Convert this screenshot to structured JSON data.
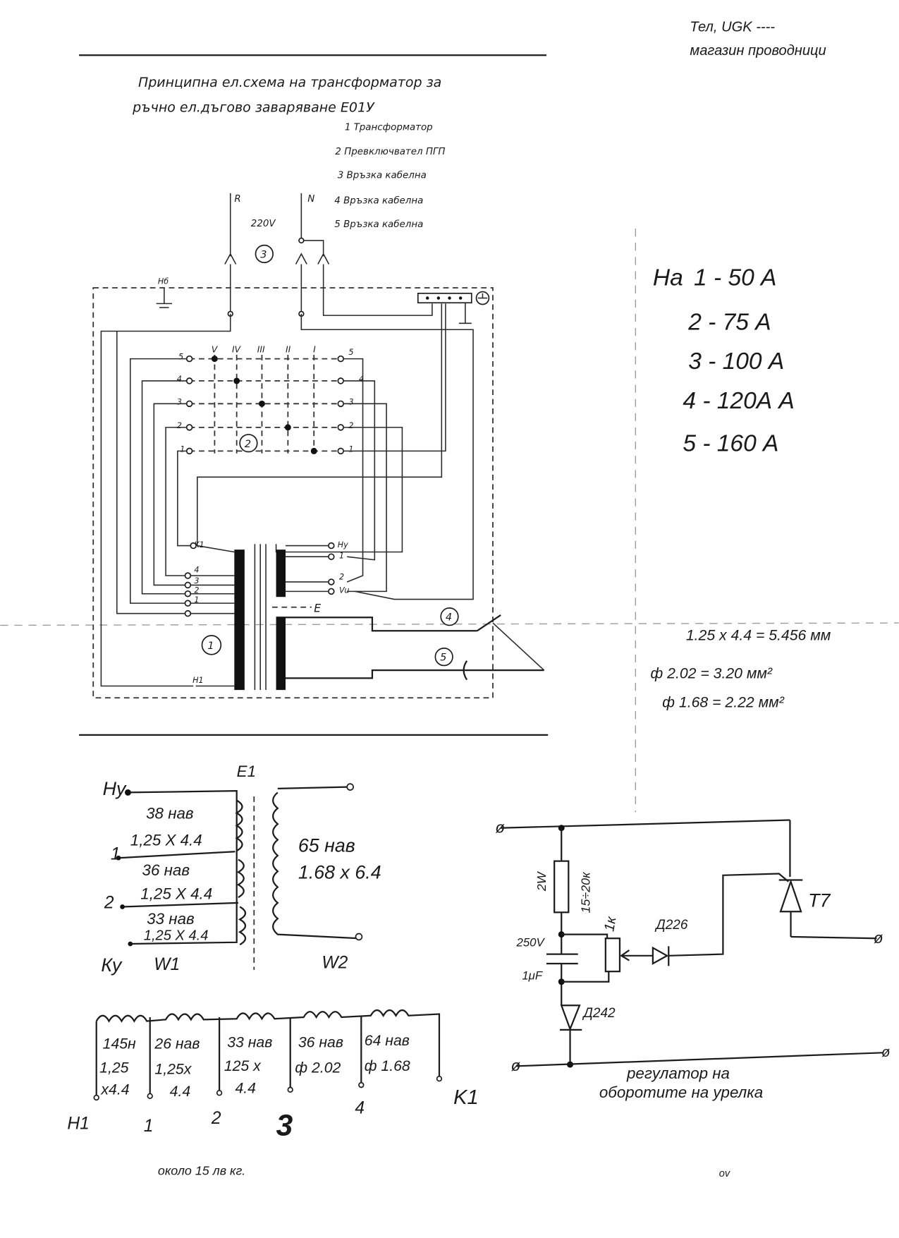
{
  "top_note": {
    "line1": "Тел, UGK ----",
    "line2": "магазин проводници"
  },
  "title": {
    "line1": "Принципна ел.схема на трансформатор за",
    "line2": "ръчно ел.дъгово заваряване  Е01У"
  },
  "legend": [
    "1 Трансформатор",
    "2 Превключвател ПГП",
    "3 Връзка кабелна",
    "4 Връзка кабелна",
    "5 Връзка кабелна"
  ],
  "schematic": {
    "phase_label": "R",
    "neutral_label": "N",
    "voltage": "220V",
    "ground_label": "Нб",
    "switch_positions": [
      "V",
      "IV",
      "III",
      "II",
      "I"
    ],
    "switch_rows_left": [
      "5",
      "4",
      "3",
      "2",
      "1"
    ],
    "switch_rows_right": [
      "5",
      "4",
      "3",
      "2",
      "1"
    ],
    "circle_labels": [
      "1",
      "2",
      "3",
      "4",
      "5"
    ],
    "primary_taps": {
      "k": "K1",
      "h": "H1",
      "taps": [
        "4",
        "3",
        "2",
        "1"
      ]
    },
    "secondary_taps": [
      "Ну",
      "1",
      "2",
      "Vu"
    ],
    "e_label": "E"
  },
  "currents": {
    "header": "На",
    "rows": [
      "1 - 50 А",
      "2 - 75 А",
      "3 - 100 А",
      "4 - 120А А",
      "5 - 160 А"
    ]
  },
  "wire_calcs": [
    "1.25 x 4.4 = 5.456 мм",
    "ф 2.02 = 3.20 мм²",
    "ф 1.68 = 2.22 мм²"
  ],
  "hand_transformer": {
    "core_label": "E1",
    "primary_labels": [
      "Ну",
      "1",
      "2",
      "Ку"
    ],
    "w1": "W1",
    "w2": "W2",
    "sections": [
      "38 нав",
      "1,25 X 4.4",
      "36 нав",
      "1,25 X 4.4",
      "33 нав",
      "1,25 X 4.4"
    ],
    "secondary": [
      "65 нав",
      "1.68 x 6.4"
    ]
  },
  "winding_table": {
    "columns": [
      [
        "145н",
        "1,25",
        "x4.4"
      ],
      [
        "26 нав",
        "1,25x",
        "4.4"
      ],
      [
        "33 нав",
        "125 x",
        "4.4"
      ],
      [
        "36 нав",
        "ф 2.02"
      ],
      [
        "64 нав",
        "ф 1.68"
      ]
    ],
    "taps": [
      "H1",
      "1",
      "2",
      "3",
      "4",
      "K1"
    ]
  },
  "weight_note": "около  15 лв кг.",
  "regulator": {
    "resistor_power": "2W",
    "resistor_value": "15÷20к",
    "capacitor_voltage": "250V",
    "capacitor_value": "1μF",
    "pot_value": "1к",
    "diode1": "Д226",
    "diode2": "Д242",
    "thyristor": "Т7",
    "caption1": "регулатор на",
    "caption2": "оборотите на урелка"
  },
  "footer_mark": "ov"
}
